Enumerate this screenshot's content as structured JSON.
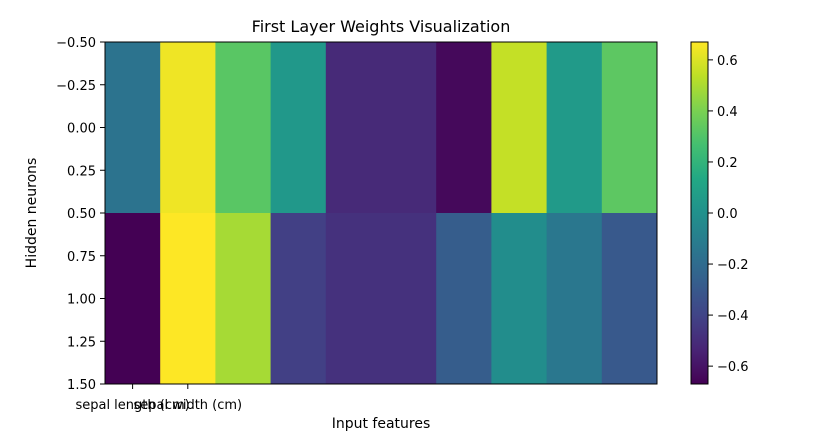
{
  "chart_data": {
    "type": "heatmap",
    "title": "First Layer Weights Visualization",
    "xlabel": "Input features",
    "ylabel": "Hidden neurons",
    "x_tick_labels": [
      "sepal length (cm)",
      "sepal width (cm)"
    ],
    "y_ticks": [
      "−0.50",
      "−0.25",
      "0.00",
      "0.25",
      "0.50",
      "0.75",
      "1.00",
      "1.25",
      "1.50"
    ],
    "ylim": [
      -0.5,
      1.5
    ],
    "rows": 2,
    "columns": 10,
    "values": [
      [
        -0.16,
        0.64,
        0.32,
        0.04,
        -0.51,
        -0.51,
        -0.64,
        0.55,
        0.05,
        0.33
      ],
      [
        -0.67,
        0.67,
        0.49,
        -0.42,
        -0.48,
        -0.48,
        -0.28,
        -0.02,
        -0.14,
        -0.3
      ]
    ],
    "colorbar": {
      "vmin": -0.67,
      "vmax": 0.67,
      "ticks": [
        0.6,
        0.4,
        0.2,
        0.0,
        -0.2,
        -0.4,
        -0.6
      ],
      "tick_labels": [
        "0.6",
        "0.4",
        "0.2",
        "0.0",
        "−0.2",
        "−0.4",
        "−0.6"
      ]
    },
    "colormap": "viridis",
    "grid": false
  }
}
